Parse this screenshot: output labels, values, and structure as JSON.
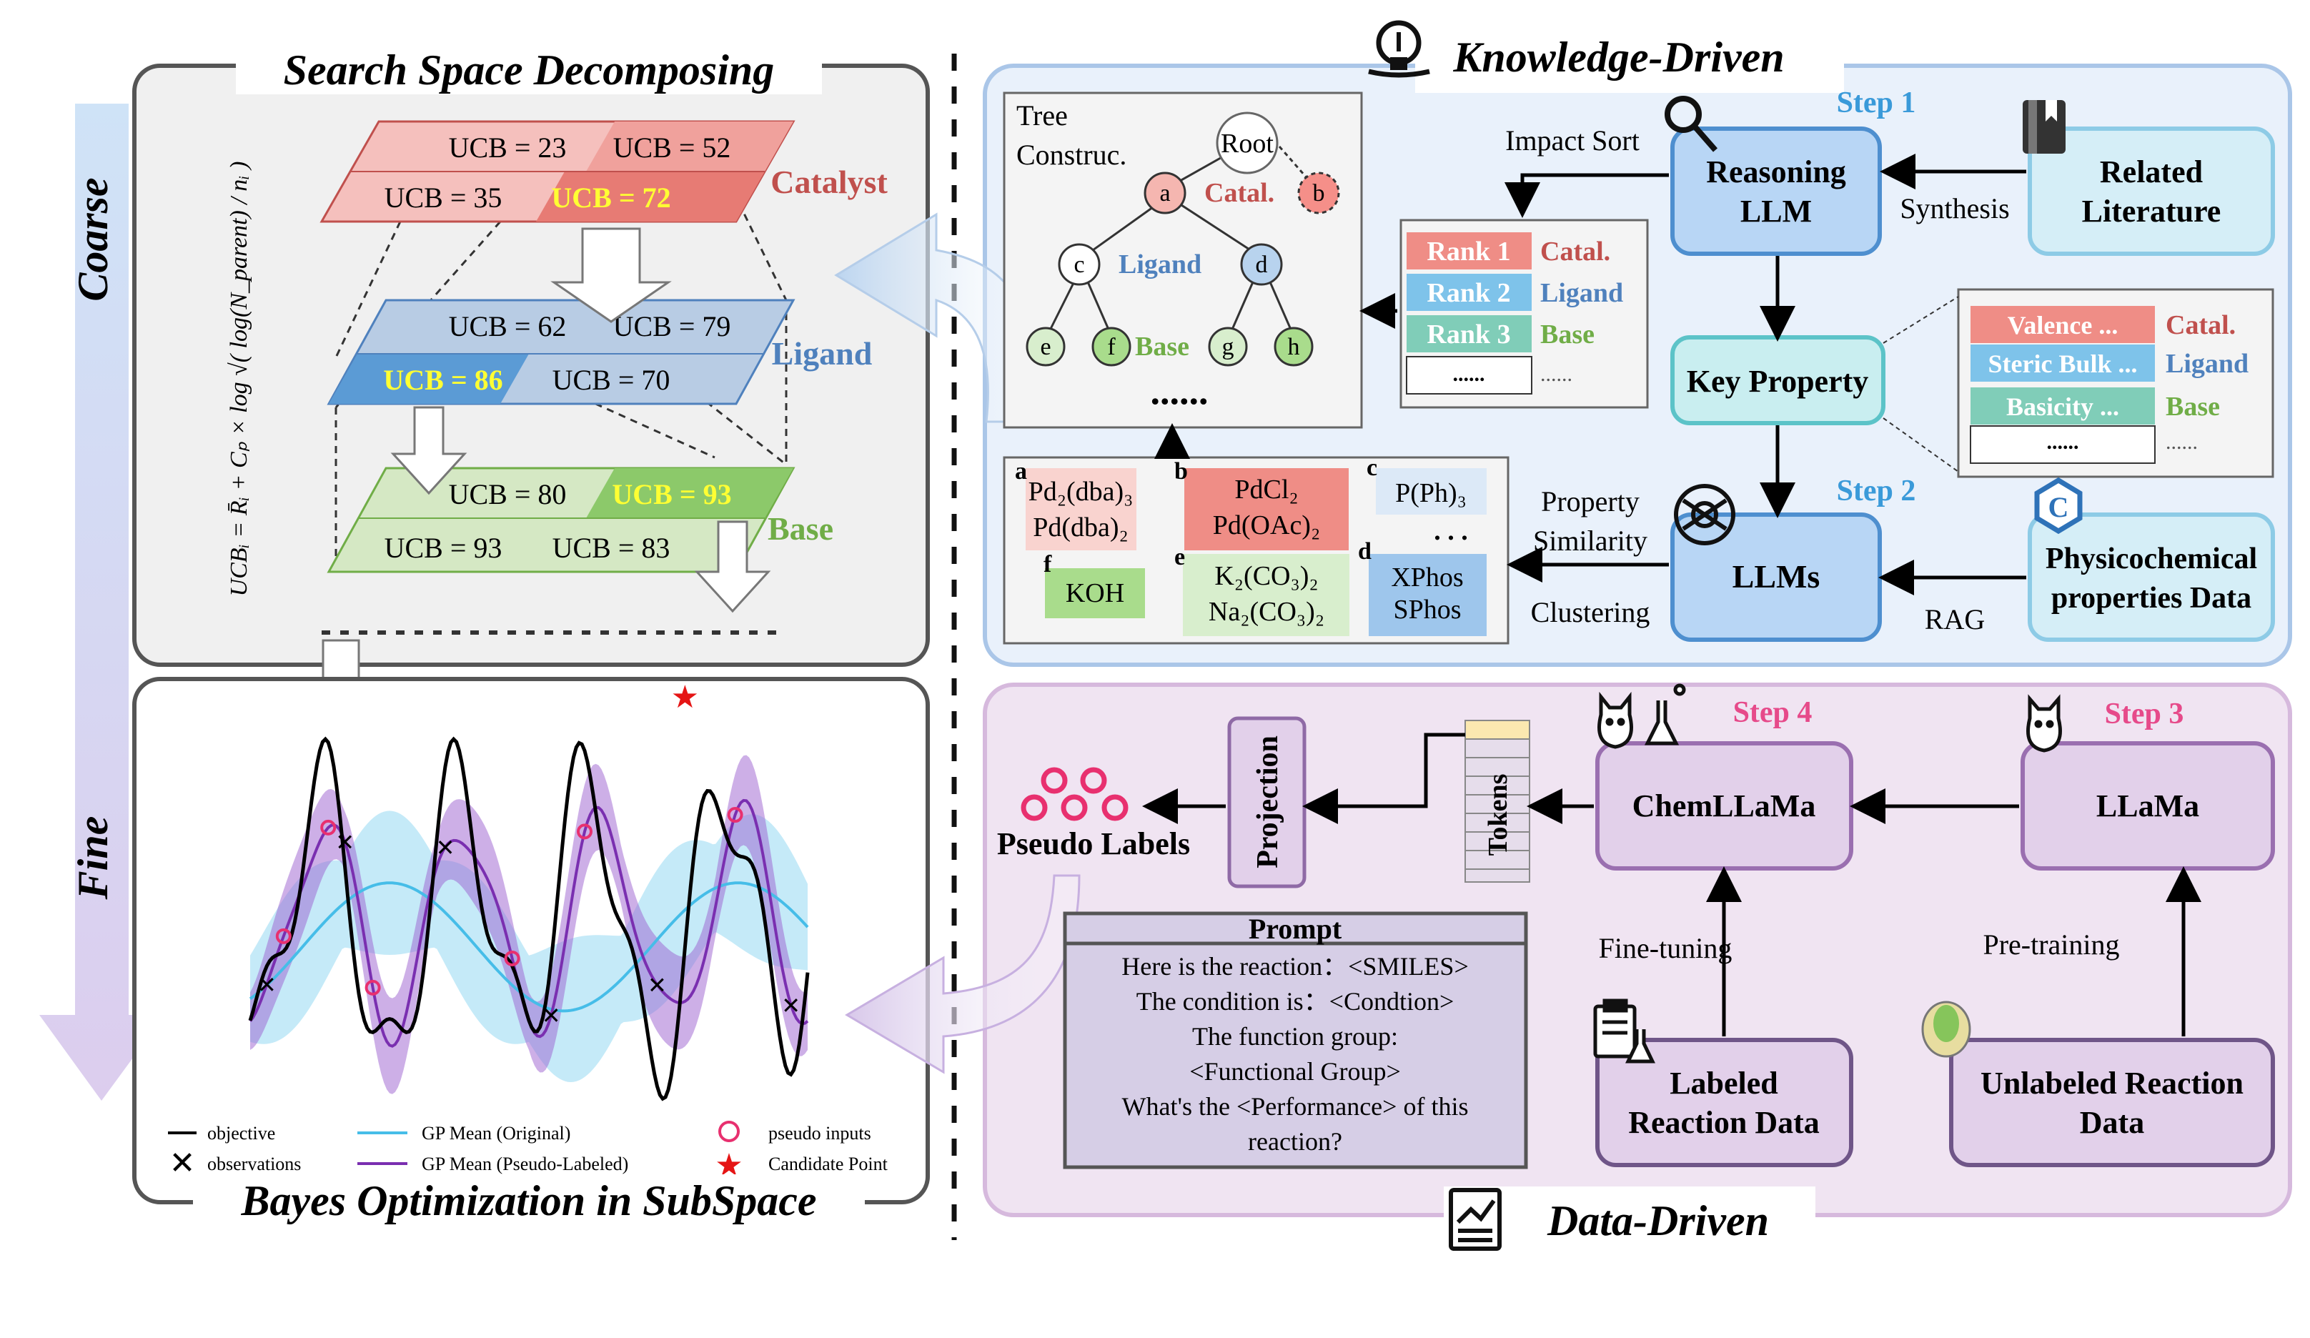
{
  "left": {
    "coarse_label": "Coarse",
    "fine_label": "Fine",
    "search_title": "Search Space Decomposing",
    "bo_title": "Bayes Optimization in SubSpace",
    "formula": "UCBᵢ = R̄ᵢ + Cₚ × log √( log(N_parent) / nᵢ )",
    "catalyst": {
      "label": "Catalyst",
      "ucb": [
        "UCB = 23",
        "UCB = 52",
        "UCB = 35",
        "UCB = 72"
      ]
    },
    "ligand": {
      "label": "Ligand",
      "ucb": [
        "UCB = 62",
        "UCB = 79",
        "UCB = 86",
        "UCB = 70"
      ]
    },
    "base": {
      "label": "Base",
      "ucb": [
        "UCB = 80",
        "UCB = 93",
        "UCB = 93",
        "UCB = 83"
      ]
    },
    "legend": {
      "objective": "objective",
      "observations": "observations",
      "gp_original": "GP Mean (Original)",
      "gp_pseudo": "GP Mean (Pseudo-Labeled)",
      "pseudo_inputs": "pseudo inputs",
      "candidate": "Candidate Point"
    }
  },
  "knowledge": {
    "title": "Knowledge-Driven",
    "tree_label_1": "Tree",
    "tree_label_2": "Construc.",
    "nodes": {
      "root": "Root",
      "a": "a",
      "b": "b",
      "c": "c",
      "d": "d",
      "e": "e",
      "f": "f",
      "g": "g",
      "h": "h"
    },
    "level_labels": {
      "catal": "Catal.",
      "ligand": "Ligand",
      "base": "Base"
    },
    "tree_ellipsis": "......",
    "impact_sort": "Impact Sort",
    "synthesis": "Synthesis",
    "rag": "RAG",
    "property_similarity_1": "Property",
    "property_similarity_2": "Similarity",
    "clustering": "Clustering",
    "step1": "Step 1",
    "step2": "Step 2",
    "reasoning_llm_1": "Reasoning",
    "reasoning_llm_2": "LLM",
    "related_lit_1": "Related",
    "related_lit_2": "Literature",
    "key_property": "Key Property",
    "llms": "LLMs",
    "physchem_1": "Physicochemical",
    "physchem_2": "properties Data",
    "ranks": [
      {
        "badge": "Rank 1",
        "label": "Catal."
      },
      {
        "badge": "Rank 2",
        "label": "Ligand"
      },
      {
        "badge": "Rank 3",
        "label": "Base"
      },
      {
        "badge": "......",
        "label": "......"
      }
    ],
    "props": [
      {
        "badge": "Valence ...",
        "label": "Catal."
      },
      {
        "badge": "Steric Bulk ...",
        "label": "Ligand"
      },
      {
        "badge": "Basicity ...",
        "label": "Base"
      },
      {
        "badge": "......",
        "label": "......"
      }
    ],
    "clusters": {
      "a_label": "a",
      "a_1": "Pd₂(dba)₃",
      "a_2": "Pd(dba)₂",
      "b_label": "b",
      "b_1": "PdCl₂",
      "b_2": "Pd(OAc)₂",
      "c_label": "c",
      "c_1": "P(Ph)₃",
      "c_more": ". . .",
      "d_label": "d",
      "d_1": "XPhos",
      "d_2": "SPhos",
      "e_label": "e",
      "e_1": "K₂(CO₃)₂",
      "e_2": "Na₂(CO₃)₂",
      "f_label": "f",
      "f_1": "KOH"
    }
  },
  "data": {
    "title": "Data-Driven",
    "step3": "Step 3",
    "step4": "Step 4",
    "chemllama": "ChemLLaMa",
    "llama": "LLaMa",
    "tokens": "Tokens",
    "projection": "Projection",
    "pseudo_labels": "Pseudo Labels",
    "prompt_title": "Prompt",
    "prompt_lines": [
      "Here is the reaction：<SMILES>",
      "The  condition is：<Condtion>",
      "The function group:",
      "<Functional Group>",
      "What's the <Performance> of this",
      "reaction?"
    ],
    "fine_tuning": "Fine-tuning",
    "pre_training": "Pre-training",
    "labeled_1": "Labeled",
    "labeled_2": "Reaction Data",
    "unlabeled_1": "Unlabeled  Reaction",
    "unlabeled_2": "Data"
  },
  "colors": {
    "catalyst": "#c0504d",
    "ligand": "#4f81bd",
    "base": "#70ad47",
    "step_blue": "#3a9ad9",
    "step_pink": "#e64a8a",
    "highlight": "#ffff33"
  }
}
